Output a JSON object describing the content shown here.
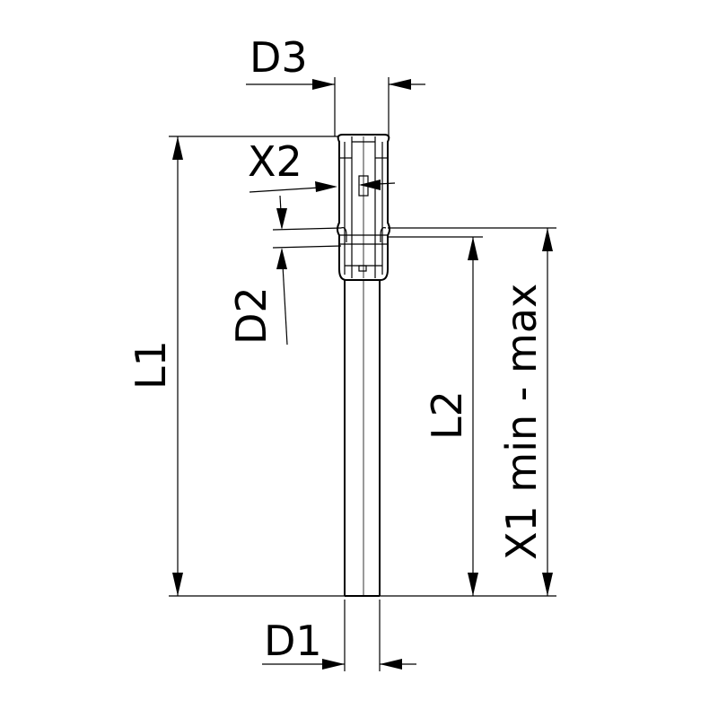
{
  "labels": {
    "d3": "D3",
    "x2": "X2",
    "d2": "D2",
    "l1": "L1",
    "l2": "L2",
    "x1": "X1 min - max",
    "d1": "D1"
  },
  "colors": {
    "line": "#000000",
    "background": "#ffffff"
  }
}
